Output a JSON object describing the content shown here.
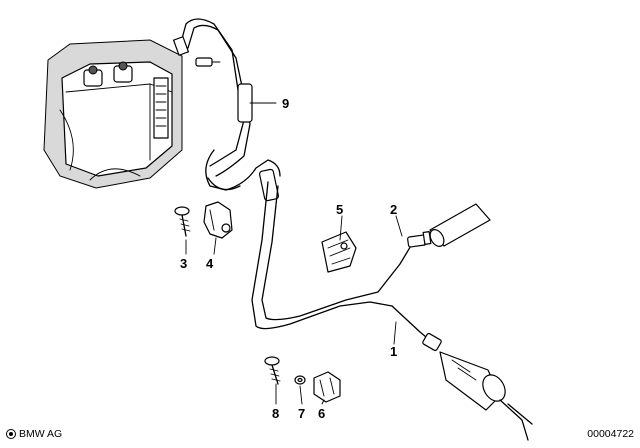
{
  "diagram": {
    "callouts": [
      {
        "id": "1",
        "label": "1"
      },
      {
        "id": "2",
        "label": "2"
      },
      {
        "id": "3",
        "label": "3"
      },
      {
        "id": "4",
        "label": "4"
      },
      {
        "id": "5",
        "label": "5"
      },
      {
        "id": "6",
        "label": "6"
      },
      {
        "id": "7",
        "label": "7"
      },
      {
        "id": "8",
        "label": "8"
      },
      {
        "id": "9",
        "label": "9"
      }
    ]
  },
  "footer": {
    "brand": "BMW AG",
    "doc_number": "00004722"
  }
}
